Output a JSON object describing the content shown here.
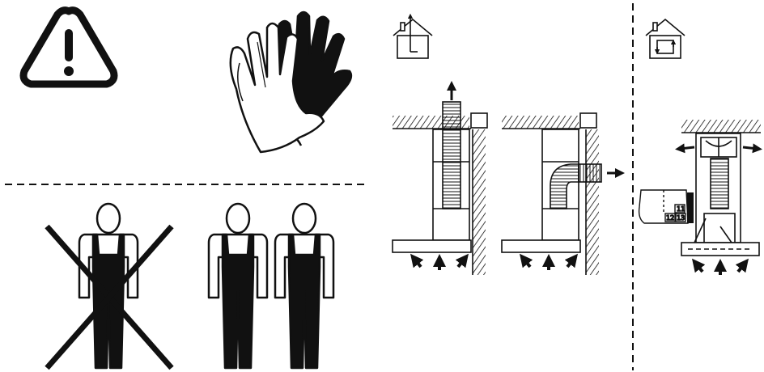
{
  "colors": {
    "ink": "#111111",
    "paper": "#ffffff"
  },
  "sections": {
    "warning": {
      "icon": "warning-triangle-icon"
    },
    "gloves": {
      "icon": "protective-gloves-icon"
    },
    "installers": {
      "not_allowed": {
        "icon": "single-installer-crossed-icon"
      },
      "allowed": {
        "icon": "two-installers-icon"
      }
    },
    "ducted_mode": {
      "icon": "house-exhaust-outside-icon",
      "variants": [
        {
          "name": "vertical-exhaust",
          "icon": "hood-vertical-duct-icon"
        },
        {
          "name": "side-exhaust",
          "icon": "hood-side-duct-icon"
        }
      ]
    },
    "recirculation_mode": {
      "icon": "house-recirculation-icon",
      "filter_labels": [
        "11",
        "12",
        "13"
      ]
    }
  }
}
